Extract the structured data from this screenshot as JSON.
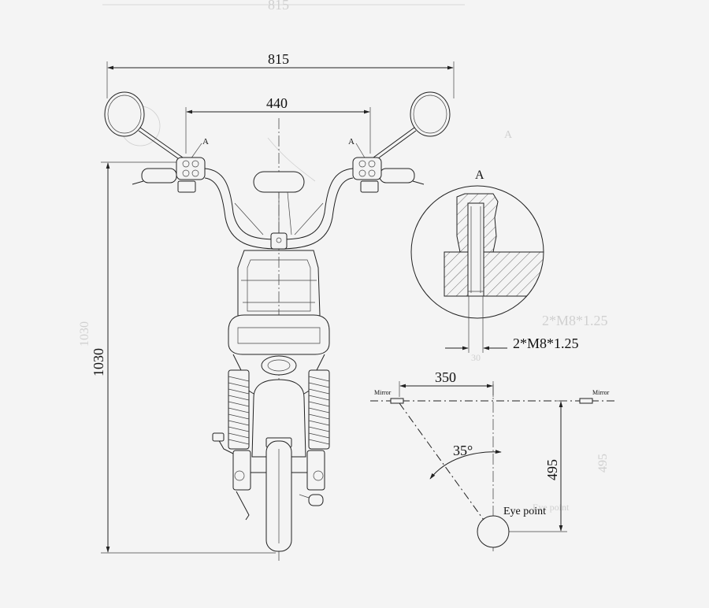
{
  "dimensions": {
    "mirror_span": "815",
    "mirror_span_ghost": "815",
    "handlebar_mount_span": "440",
    "overall_height": "1030",
    "overall_height_ghost": "1030",
    "horizontal_offset": "350",
    "vertical_offset": "495",
    "vertical_offset_ghost": "495",
    "view_angle": "35°"
  },
  "detail": {
    "title": "A",
    "marker_left": "A",
    "marker_right": "A",
    "ghost_marker": "A",
    "thread_spec": "2*M8*1.25",
    "thread_spec_ghost": "2*M8*1.25",
    "ghost_number": "30"
  },
  "labels": {
    "mirror_left": "Mirror",
    "mirror_right": "Mirror",
    "eye_point": "Eye point",
    "eye_point_ghost": "Eye point"
  },
  "colors": {
    "background": "#f4f4f4",
    "line": "#222222",
    "ghost": "#cfcfcf"
  }
}
